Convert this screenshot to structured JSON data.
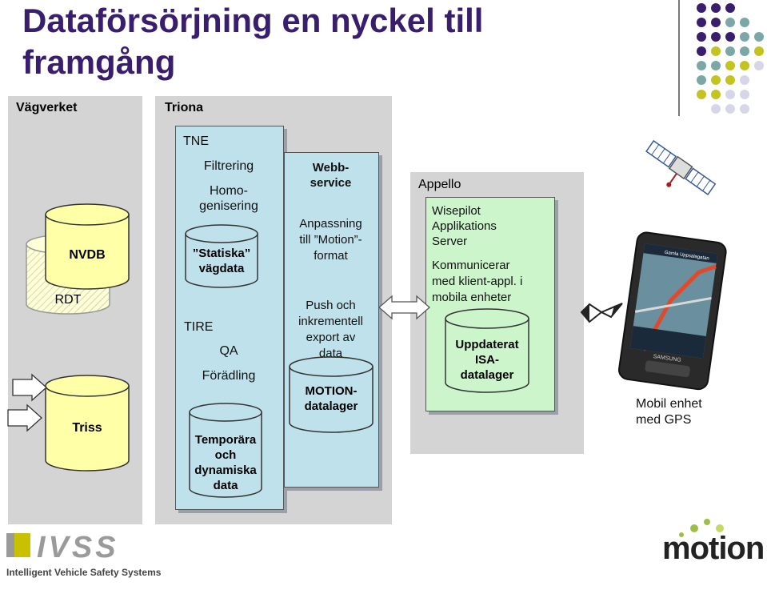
{
  "title": "Dataförsörjning en nyckel till framgång",
  "regions": {
    "vagverket": "Vägverket",
    "triona": "Triona",
    "appello": "Appello"
  },
  "vagverket_items": {
    "nvdb": "NVDB",
    "rdt": "RDT",
    "triss": "Triss"
  },
  "tne": {
    "label": "TNE",
    "filtrering": "Filtrering",
    "homogenisering_1": "Homo-",
    "homogenisering_2": "genisering",
    "statiska_1": "”Statiska”",
    "statiska_2": "vägdata",
    "tire": "TIRE",
    "qa": "QA",
    "foradling": "Förädling",
    "temp_1": "Temporära",
    "temp_2": "och",
    "temp_3": "dynamiska",
    "temp_4": "data"
  },
  "webb": {
    "title_1": "Webb-",
    "title_2": "service",
    "anpassning_1": "Anpassning",
    "anpassning_2": "till ”Motion”-",
    "anpassning_3": "format",
    "push_1": "Push och",
    "push_2": "inkrementell",
    "push_3": "export av",
    "push_4": "data",
    "motion_1": "MOTION-",
    "motion_2": "datalager"
  },
  "appello": {
    "wise_1": "Wisepilot",
    "wise_2": "Applikations",
    "wise_3": "Server",
    "komm_1": "Kommunicerar",
    "komm_2": "med klient-appl. i",
    "komm_3": "mobila enheter",
    "isa_1": "Uppdaterat",
    "isa_2": "ISA-",
    "isa_3": "datalager"
  },
  "mobile": {
    "label_1": "Mobil enhet",
    "label_2": "med GPS",
    "screen_header": "Gamla Uppsalagatan",
    "brand": "SAMSUNG"
  },
  "logos": {
    "ivss_mark": "IVSS",
    "ivss_text": "Intelligent Vehicle Safety Systems",
    "motion": "motion"
  },
  "colors": {
    "title": "#3a1e6e",
    "tne_fill": "#bfe1ec",
    "wise_fill": "#ccf5cc",
    "cylinder_fill": "#ffffa8",
    "region_fill": "#d4d4d4",
    "dot_purple": "#3a1e6e",
    "dot_teal": "#7ba7a7",
    "dot_olive": "#c3c322",
    "dot_lavender": "#d6d6e8"
  }
}
